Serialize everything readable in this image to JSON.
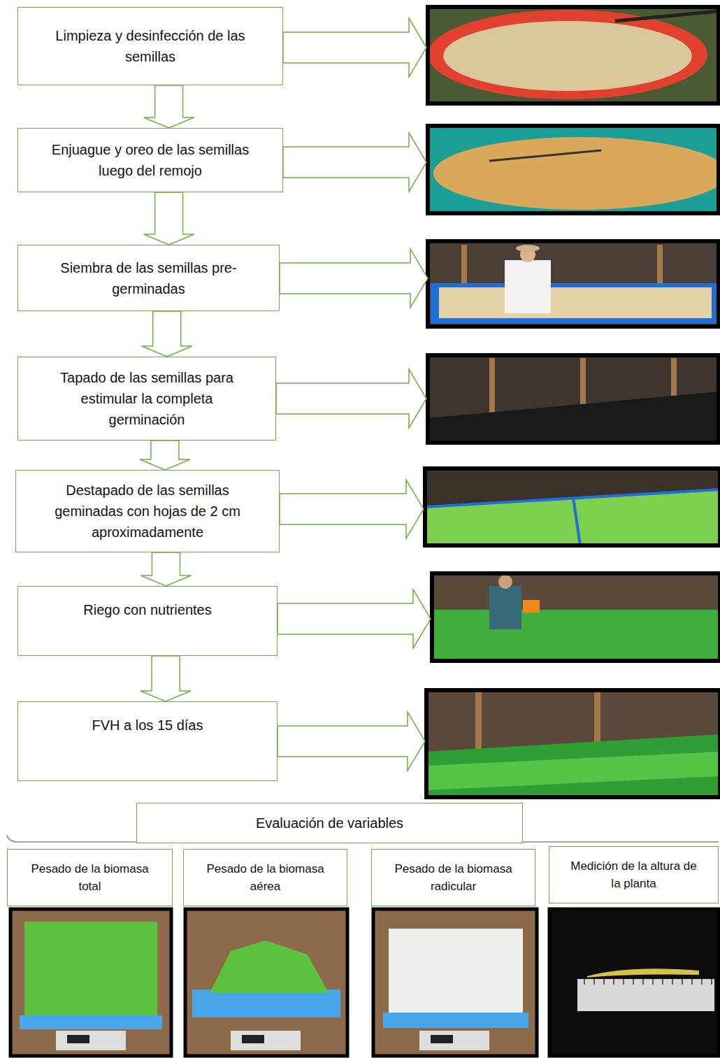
{
  "diagram": {
    "nodes": [
      {
        "text": [
          "Limpieza y desinfección de las semillas"
        ]
      },
      {
        "text": [
          "Enjuague y oreo de las semillas luego del remojo"
        ]
      },
      {
        "text": [
          "Siembra de las semillas pre- germinadas"
        ]
      },
      {
        "text": [
          "Tapado de las semillas para estimular la completa germinación"
        ]
      },
      {
        "text": [
          "Destapado de las semillas geminadas con hojas de 2 cm aproximadamente"
        ]
      },
      {
        "text": [
          "Riego con nutrientes"
        ]
      },
      {
        "text": [
          "FVH a los 15 días"
        ]
      },
      {
        "text": [
          "Evaluación de variables"
        ]
      },
      {
        "text": [
          "Pesado de la biomasa total"
        ]
      },
      {
        "text": [
          "Pesado de la biomasa aérea"
        ]
      },
      {
        "text": [
          "Pesado de la biomasa radicular"
        ]
      },
      {
        "text": [
          "Medición de la altura de la planta"
        ]
      }
    ],
    "edges": [
      {
        "from": 0,
        "to": 1,
        "arrow": "to"
      },
      {
        "from": 1,
        "to": 2,
        "arrow": "to"
      },
      {
        "from": 2,
        "to": 3,
        "arrow": "to"
      },
      {
        "from": 3,
        "to": 4,
        "arrow": "to"
      },
      {
        "from": 4,
        "to": 5,
        "arrow": "to"
      },
      {
        "from": 5,
        "to": 6,
        "arrow": "to"
      }
    ]
  }
}
